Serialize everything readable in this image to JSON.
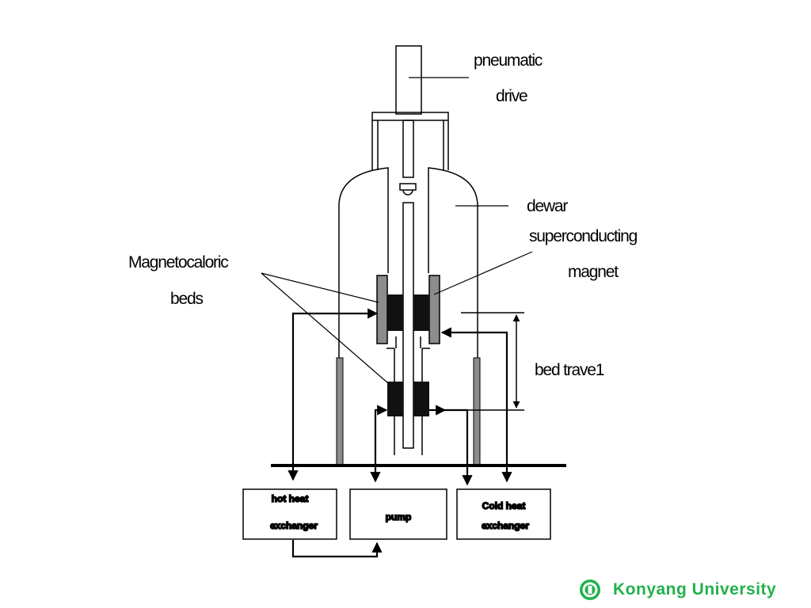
{
  "labels": {
    "pneumatic_line1": "pneumatic",
    "pneumatic_line2": "drive",
    "dewar": "dewar",
    "magnet_line1": "superconducting",
    "magnet_line2": "magnet",
    "beds_line1": "Magnetocaloric",
    "beds_line2": "beds",
    "bed_travel": "bed trave1"
  },
  "boxes": {
    "hot_line1": "hot heat",
    "hot_line2": "exchanger",
    "pump": "pump",
    "cold_line1": "Cold heat",
    "cold_line2": "exchanger"
  },
  "footer": {
    "university": "Konyang University",
    "logo_icon": "university-seal-icon",
    "accent_color": "#22b14c"
  }
}
